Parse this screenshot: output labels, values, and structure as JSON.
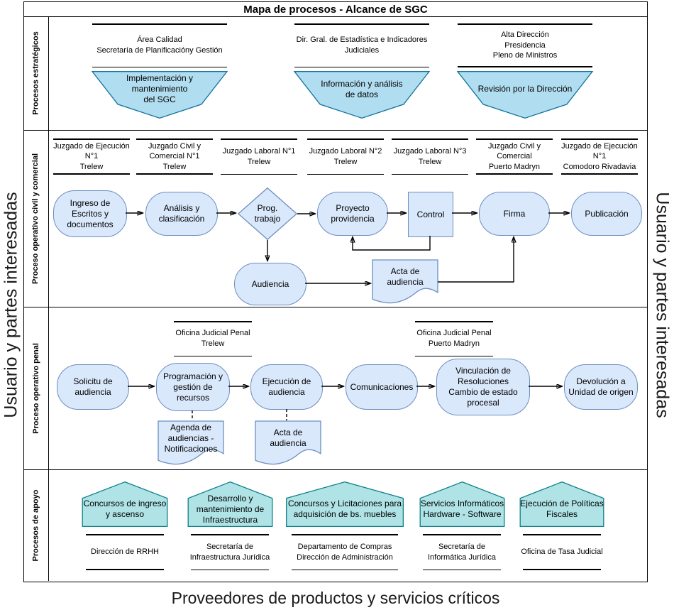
{
  "title": "Mapa de procesos - Alcance de SGC",
  "frame": {
    "left_vertical_label": "Usuario y partes interesadas",
    "right_vertical_label": "Usuario y partes interesadas",
    "bottom_caption": "Proveedores de productos y servicios críticos"
  },
  "colors": {
    "operative_fill": "#dae8fc",
    "operative_stroke": "#6c8ebf",
    "strategic_fill": "#b1ddf0",
    "strategic_stroke": "#10739e",
    "support_fill": "#b0e3e6",
    "support_stroke": "#0e8088",
    "line": "#000000"
  },
  "strategic": {
    "row_label": "Procesos estratégicos",
    "groups": [
      {
        "actor": "Área Calidad\nSecretaría de Planificacióny Gestión",
        "process": "Implementación y\nmantenimiento\ndel SGC"
      },
      {
        "actor": "Dir. Gral. de Estadística e Indicadores\nJudiciales",
        "process": "Información y análisis\nde datos"
      },
      {
        "actor": "Alta Dirección\nPresidencia\nPleno de Ministros",
        "process": "Revisión por la Dirección"
      }
    ]
  },
  "civil": {
    "row_label": "Proceso operativo civil y comercial",
    "actors": [
      "Juzgado de Ejecución\nN°1\nTrelew",
      "Juzgado Civil y\nComercial N°1\nTrelew",
      "Juzgado Laboral N°1\nTrelew",
      "Juzgado Laboral N°2\nTrelew",
      "Juzgado Laboral N°3\nTrelew",
      "Juzgado Civil y\nComercial\nPuerto Madryn",
      "Juzgado de Ejecución\nN°1\nComodoro Rivadavia"
    ],
    "nodes": {
      "ingreso": "Ingreso de\nEscritos y\ndocumentos",
      "analisis": "Análisis y\nclasificación",
      "prog_trabajo": "Prog.\ntrabajo",
      "proyecto": "Proyecto\nprovidencia",
      "control": "Control",
      "firma": "Firma",
      "publicacion": "Publicación",
      "audiencia": "Audiencia",
      "acta": "Acta de\naudiencia"
    }
  },
  "penal": {
    "row_label": "Proceso operativo penal",
    "actors": [
      "Oficina Judicial Penal\nTrelew",
      "Oficina Judicial Penal\nPuerto Madryn"
    ],
    "nodes": {
      "solicitud": "Solicitu de\naudiencia",
      "programacion": "Programación y\ngestión de\nrecursos",
      "ejecucion": "Ejecución de\naudiencia",
      "comunicaciones": "Comunicaciones",
      "vinculacion": "Vinculación de\nResoluciones\nCambio de estado\nprocesal",
      "devolucion": "Devolución a\nUnidad de origen"
    },
    "docs": {
      "agenda": "Agenda de\naudiencias -\nNotificaciones",
      "acta": "Acta de\naudiencia"
    }
  },
  "apoyo": {
    "row_label": "Procesos de apoyo",
    "groups": [
      {
        "process": "Concursos de ingreso\ny ascenso",
        "actor": "Dirección de RRHH"
      },
      {
        "process": "Desarrollo y\nmantenimiento de\nInfraestructura",
        "actor": "Secretaría de\nInfraestructura Jurídica"
      },
      {
        "process": "Concursos y Licitaciones para\nadquisición de bs. muebles",
        "actor": "Departamento de Compras\nDirección de Administración"
      },
      {
        "process": "Servicios Informáticos\nHardware - Software",
        "actor": "Secretaría de\nInformática Jurídica"
      },
      {
        "process": "Ejecución de Políticas\nFiscales",
        "actor": "Oficina de Tasa Judicial"
      }
    ]
  }
}
